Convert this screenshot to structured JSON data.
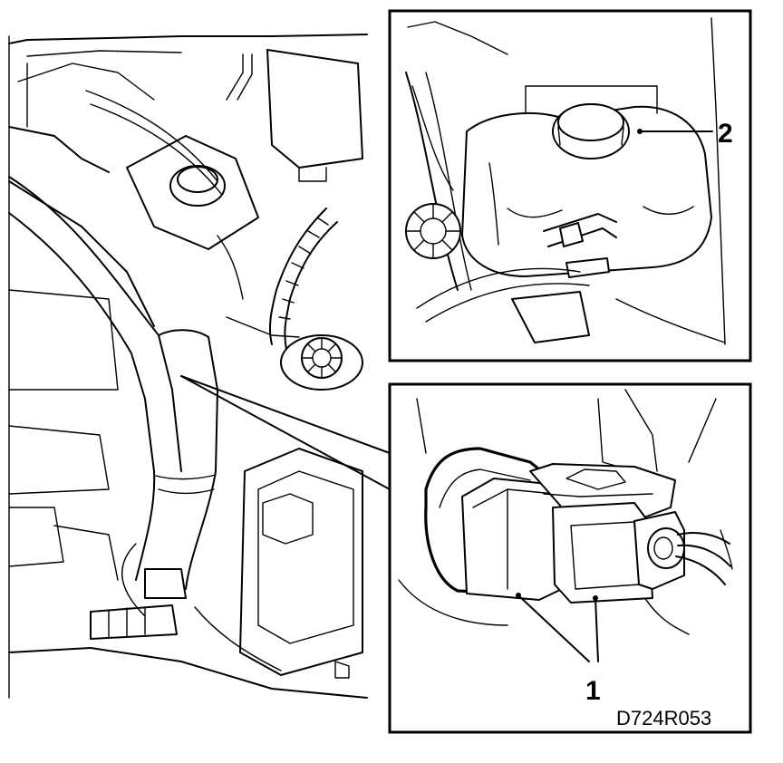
{
  "diagram": {
    "callouts": [
      {
        "id": "1",
        "label": "1"
      },
      {
        "id": "2",
        "label": "2"
      }
    ],
    "figure_code": "D724R053"
  },
  "colors": {
    "ink": "#000000",
    "paper": "#ffffff"
  }
}
